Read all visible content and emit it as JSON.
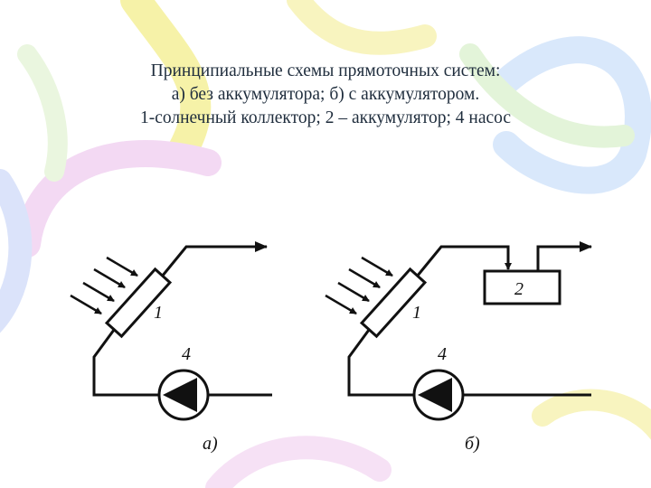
{
  "title": {
    "line1": "Принципиальные схемы прямоточных систем:",
    "line2": "а) без аккумулятора; б) с аккумулятором.",
    "line3": "1-солнечный коллектор; 2 – аккумулятор; 4 насос"
  },
  "diagram_a": {
    "collector_label": "1",
    "pump_label": "4",
    "caption": "а)"
  },
  "diagram_b": {
    "collector_label": "1",
    "accumulator_label": "2",
    "pump_label": "4",
    "caption": "б)"
  },
  "colors": {
    "line": "#111111",
    "decor_yellow": "#f6f2a8",
    "decor_pink": "#f3d9f3",
    "decor_blue": "#d9e8fb",
    "decor_green": "#e3f4d9",
    "title_text": "#1f2d3d"
  }
}
